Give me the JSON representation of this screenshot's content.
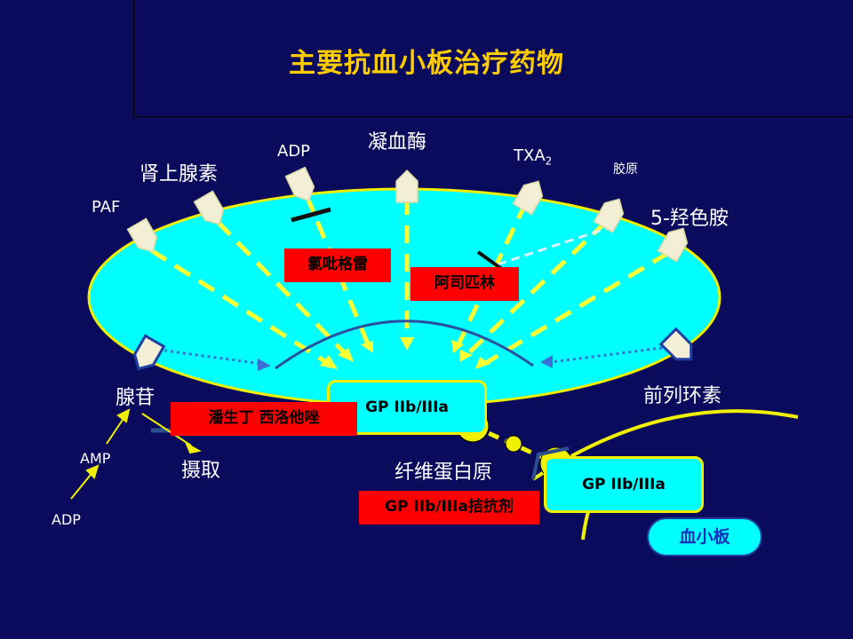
{
  "title": "主要抗血小板治疗药物",
  "agonists": {
    "paf": "PAF",
    "epinephrine": "肾上腺素",
    "adp": "ADP",
    "thrombin": "凝血酶",
    "txa2": "TXA",
    "txa2_sub": "2",
    "collagen": "胶原",
    "serotonin": "5-羟色胺",
    "adenosine": "腺苷",
    "prostacyclin": "前列环素"
  },
  "drugs": {
    "clopidogrel": "氯吡格雷",
    "aspirin": "阿司匹林",
    "dipyridamole": "潘生丁  西洛他唑",
    "gp_antagonist": "GP IIb/IIIa拮抗剂"
  },
  "receptors": {
    "gp_main": "GP IIb/IIIa",
    "gp_second": "GP IIb/IIIa"
  },
  "misc": {
    "fibrinogen": "纤维蛋白原",
    "uptake": "摄取",
    "amp": "AMP",
    "adp_bottom": "ADP",
    "platelet": "血小板"
  },
  "colors": {
    "background": "#0b0b5e",
    "platelet_fill": "#00ffff",
    "outline_yellow": "#f0f000",
    "title": "#ffcc00",
    "drug_box": "#ff0000"
  }
}
